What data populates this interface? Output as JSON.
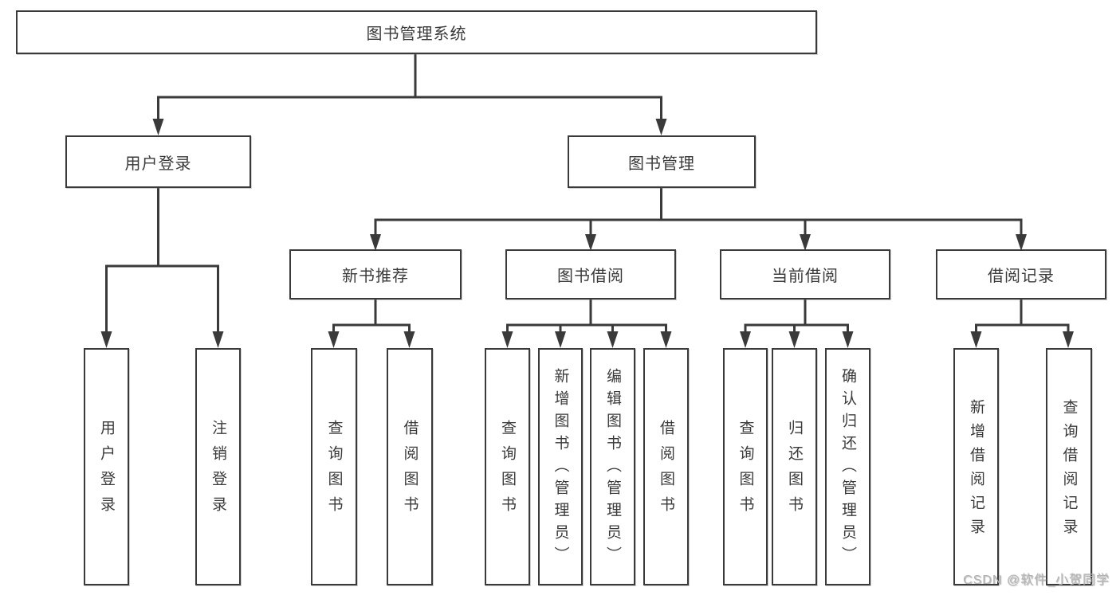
{
  "tree": {
    "label": "图书管理系统",
    "children": [
      {
        "label": "用户登录",
        "children": [
          {
            "label": "用户登录"
          },
          {
            "label": "注销登录"
          }
        ]
      },
      {
        "label": "图书管理",
        "children": [
          {
            "label": "新书推荐",
            "children": [
              {
                "label": "查询图书"
              },
              {
                "label": "借阅图书"
              }
            ]
          },
          {
            "label": "图书借阅",
            "children": [
              {
                "label": "查询图书"
              },
              {
                "label": "新增图书（管理员）"
              },
              {
                "label": "编辑图书（管理员）"
              },
              {
                "label": "借阅图书"
              }
            ]
          },
          {
            "label": "当前借阅",
            "children": [
              {
                "label": "查询图书"
              },
              {
                "label": "归还图书"
              },
              {
                "label": "确认归还（管理员）"
              }
            ]
          },
          {
            "label": "借阅记录",
            "children": [
              {
                "label": "新增借阅记录"
              },
              {
                "label": "查询借阅记录"
              }
            ]
          }
        ]
      }
    ]
  },
  "watermark": "CSDN @软件_小贺同学",
  "colors": {
    "line": "#3a3a3a",
    "text": "#3a3a3a",
    "box_background": "#ffffff",
    "watermark": "#b4b4b4"
  }
}
